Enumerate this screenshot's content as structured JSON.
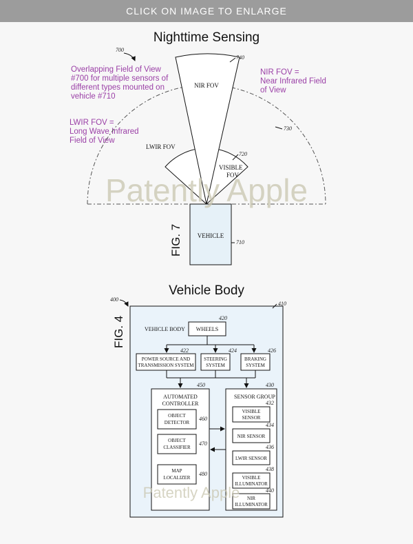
{
  "banner": "CLICK ON IMAGE TO ENLARGE",
  "fig7": {
    "heading": "Nighttime Sensing",
    "ref_700": "700",
    "overlap_lines": [
      "Overlapping Field of View",
      "#700 for multiple sensors of",
      "different types mounted on",
      "vehicle #710"
    ],
    "nir_lines": [
      "NIR FOV =",
      "Near Infrared Field",
      "of View"
    ],
    "lwir_lines": [
      "LWIR FOV =",
      "Long Wave Infrared",
      "Field of View"
    ],
    "nir_fov": "NIR FOV",
    "lwir_fov": "LWIR FOV",
    "visible_fov_1": "VISIBLE",
    "visible_fov_2": "FOV",
    "vehicle": "VEHICLE",
    "ref_710": "710",
    "ref_720": "720",
    "ref_730": "730",
    "ref_740": "740",
    "fig_label": "FIG. 7",
    "watermark": "Patently Apple"
  },
  "fig4": {
    "heading": "Vehicle Body",
    "fig_label": "FIG. 4",
    "ref_400": "400",
    "ref_410": "410",
    "vehicle_body": "VEHICLE BODY",
    "wheels": "WHEELS",
    "ref_420": "420",
    "power_1": "POWER SOURCE AND",
    "power_2": "TRANSMISSION SYSTEM",
    "ref_422": "422",
    "steering_1": "STEERING",
    "steering_2": "SYSTEM",
    "ref_424": "424",
    "braking_1": "BRAKING",
    "braking_2": "SYSTEM",
    "ref_426": "426",
    "controller_1": "AUTOMATED",
    "controller_2": "CONTROLLER",
    "ref_450": "450",
    "detector_1": "OBJECT",
    "detector_2": "DETECTOR",
    "ref_460": "460",
    "classifier_1": "OBJECT",
    "classifier_2": "CLASSIFIER",
    "ref_470": "470",
    "localizer_1": "MAP",
    "localizer_2": "LOCALIZER",
    "ref_480": "480",
    "sensor_group": "SENSOR GROUP",
    "ref_430": "430",
    "visible_1": "VISIBLE",
    "visible_2": "SENSOR",
    "ref_432": "432",
    "nir_sensor": "NIR SENSOR",
    "ref_434": "434",
    "lwir_sensor": "LWIR SENSOR",
    "ref_436": "436",
    "vis_illum_1": "VISIBLE",
    "vis_illum_2": "ILLUMINATOR",
    "ref_438": "438",
    "nir_illum_1": "NIR",
    "nir_illum_2": "ILLUMINATOR",
    "ref_440": "440",
    "watermark": "Patently Apple"
  }
}
